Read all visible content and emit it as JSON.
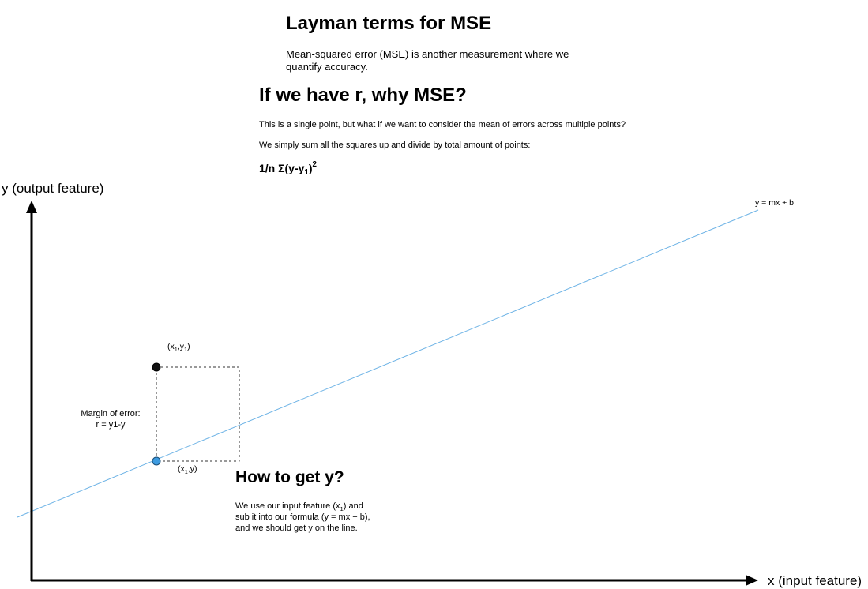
{
  "colors": {
    "regression_line": "#6fb4e6",
    "point_on_line": "#3d9be0",
    "actual_point": "#111111",
    "axis": "#000000",
    "guide_dash": "#333333"
  },
  "section_layman": {
    "title": "Layman terms for MSE",
    "body": "Mean-squared error (MSE) is another measurement where we quantify accuracy."
  },
  "section_why": {
    "title": "If we have r, why MSE?",
    "line1": "This is a single point, but what if we want to consider the mean of errors across multiple points?",
    "line2": "We simply sum all the squares up and divide by total amount of points:",
    "formula": {
      "prefix": "1/n Σ(y-y",
      "sub": "1",
      "close": ")",
      "sup": "2"
    }
  },
  "axes": {
    "y_label": "y (output feature)",
    "x_label": "x (input feature)"
  },
  "line": {
    "label": "y = mx + b"
  },
  "point_actual": {
    "label_open": "(x",
    "sub1": "1",
    "mid": ",y",
    "sub2": "1",
    "label_close": ")"
  },
  "point_predicted": {
    "label_open": "(x",
    "sub": "1",
    "label_close": ",y)"
  },
  "margin": {
    "line1": "Margin of error:",
    "line2": "r = y1-y"
  },
  "section_how": {
    "title": "How to get y?",
    "line1_pre": "We use our input feature (x",
    "line1_sub": "1",
    "line1_post": ") and",
    "line2": "sub it into our formula (y = mx + b),",
    "line3": "and we should get y on the line."
  }
}
